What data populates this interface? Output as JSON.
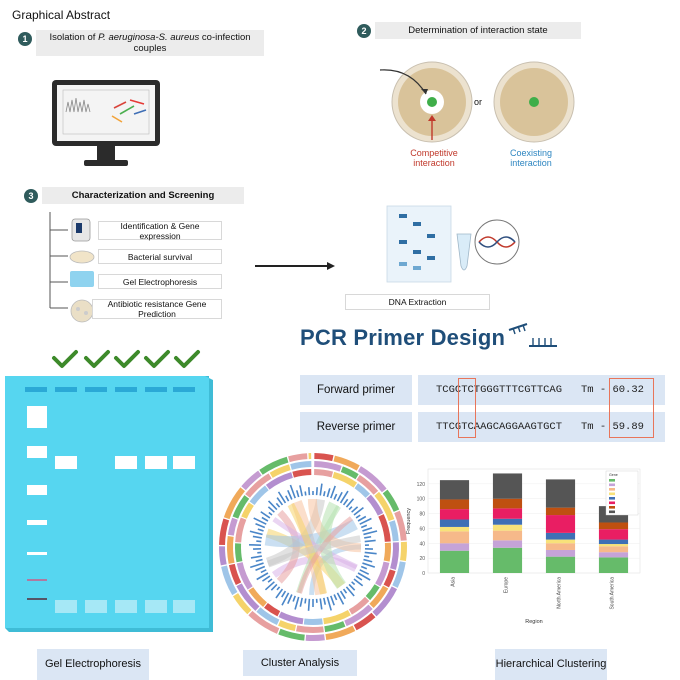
{
  "title": "Graphical Abstract",
  "steps": [
    {
      "num": "1",
      "pre": "Isolation of ",
      "italic": "P. aeruginosa-S. aureus",
      "post": " co-infection couples"
    },
    {
      "num": "2",
      "label": "Determination of interaction state"
    },
    {
      "num": "3",
      "label": "Characterization and Screening"
    }
  ],
  "interaction": {
    "or": "or",
    "competitive": "Competitive interaction",
    "coexisting": "Coexisting interaction",
    "competitive_color": "#c0392b",
    "coexisting_color": "#2e86c1"
  },
  "screening_items": [
    "Identification & Gene expression",
    "Bacterial survival",
    "Gel Electrophoresis",
    "Antibiotic resistance Gene Prediction"
  ],
  "dna_extraction": "DNA Extraction",
  "pcr_title": "PCR Primer Design",
  "primers": {
    "forward_label": "Forward primer",
    "forward_seq": "TCGCTCTGGGTTTCGTTCAG",
    "forward_tm_label": "Tm",
    "forward_tm": "60.32",
    "reverse_label": "Reverse primer",
    "reverse_seq": "TTCGTCAAGCAGGAAGTGCT",
    "reverse_tm_label": "Tm",
    "reverse_tm": "59.89",
    "highlight_color": "#e8755a"
  },
  "captions": {
    "gel": "Gel Electrophoresis",
    "cluster": "Cluster Analysis",
    "hier": "Hierarchical Clustering"
  },
  "icons": [
    "monitor-icon",
    "petri-dish-icon",
    "centrifuge-icon",
    "gel-icon",
    "dna-helix-icon",
    "check-icon",
    "primer-icon"
  ],
  "colors": {
    "accent_navy": "#1f4e79",
    "check_green": "#3d8a2a",
    "gel_cyan": "#56d6f0",
    "label_blue": "#dbe6f4"
  },
  "chart_data": {
    "type": "bar",
    "stacked": true,
    "categories": [
      "Asia",
      "Europe",
      "North America",
      "South America"
    ],
    "xlabel": "Region",
    "ylabel": "Frequency",
    "ylim": [
      0,
      140
    ],
    "yticks": [
      0,
      20,
      40,
      60,
      80,
      100,
      120
    ],
    "legend_title": "Gene",
    "legend_position": "top-right",
    "series": [
      {
        "color": "#66bb6a",
        "values": [
          30,
          34,
          22,
          21
        ]
      },
      {
        "color": "#c5a3d8",
        "values": [
          10,
          10,
          9,
          7
        ]
      },
      {
        "color": "#f6b98a",
        "values": [
          16,
          13,
          9,
          8
        ]
      },
      {
        "color": "#f8e27a",
        "values": [
          6,
          8,
          5,
          3
        ]
      },
      {
        "color": "#3f6fb5",
        "values": [
          10,
          8,
          9,
          6
        ]
      },
      {
        "color": "#e91e63",
        "values": [
          14,
          14,
          24,
          14
        ]
      },
      {
        "color": "#bf5010",
        "values": [
          13,
          13,
          10,
          9
        ]
      },
      {
        "color": "#555555",
        "values": [
          26,
          34,
          38,
          22
        ]
      }
    ]
  }
}
